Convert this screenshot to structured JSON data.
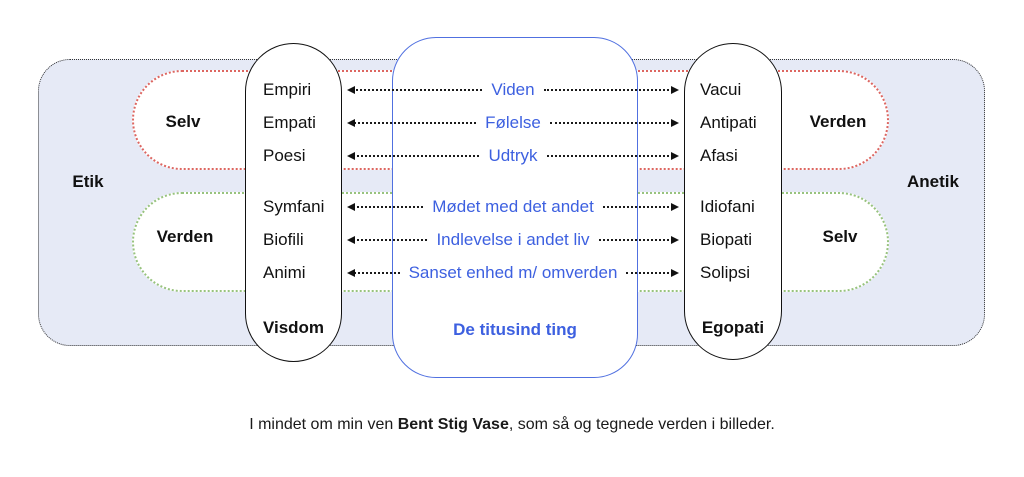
{
  "colors": {
    "accent": "#3d60e0",
    "accent-border": "#5070e0",
    "red": "#dd6661",
    "green": "#98c37e",
    "panel": "#e6eaf6",
    "ink": "#111111"
  },
  "diagram": {
    "outer_left_label": "Etik",
    "outer_right_label": "Anetik",
    "red_band": {
      "left_label": "Selv",
      "right_label": "Verden"
    },
    "green_band": {
      "left_label": "Verden",
      "right_label": "Selv"
    },
    "left_pill": {
      "items": [
        "Empiri",
        "Empati",
        "Poesi",
        "Symfani",
        "Biofili",
        "Animi"
      ],
      "footer": "Visdom"
    },
    "right_pill": {
      "items": [
        "Vacui",
        "Antipati",
        "Afasi",
        "Idiofani",
        "Biopati",
        "Solipsi"
      ],
      "footer": "Egopati"
    },
    "center_box": {
      "items": [
        "Viden",
        "Følelse",
        "Udtryk",
        "Mødet med det andet",
        "Indlevelse i andet liv",
        "Sanset enhed m/ omverden"
      ],
      "footer": "De titusind ting"
    }
  },
  "caption": {
    "prefix": "I mindet om min ven ",
    "name": "Bent Stig Vase",
    "suffix": ", som så og tegnede verden i billeder."
  }
}
